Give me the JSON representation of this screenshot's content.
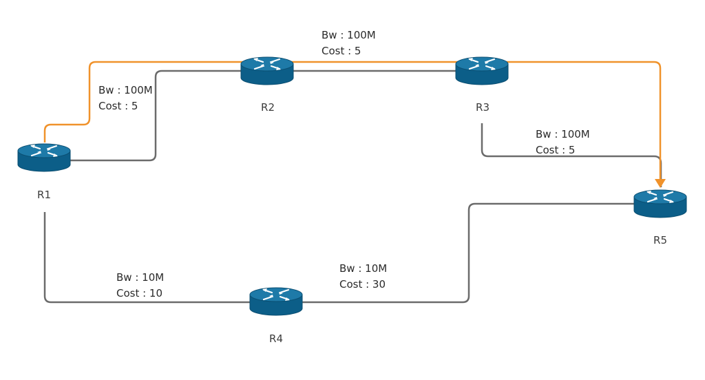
{
  "colors": {
    "link": "#6b6b6b",
    "path": "#f0922b",
    "router_top": "#1e7aa8",
    "router_side": "#0c5e88",
    "router_edge": "#0a4d70",
    "router_mark": "#ffffff"
  },
  "icon": "router-icon",
  "routers": [
    {
      "id": "r1",
      "name": "R1"
    },
    {
      "id": "r2",
      "name": "R2"
    },
    {
      "id": "r3",
      "name": "R3"
    },
    {
      "id": "r4",
      "name": "R4"
    },
    {
      "id": "r5",
      "name": "R5"
    }
  ],
  "links": [
    {
      "id": "r1-r2",
      "bw": "Bw : 100M",
      "cost": "Cost : 5"
    },
    {
      "id": "r2-r3",
      "bw": "Bw : 100M",
      "cost": "Cost : 5"
    },
    {
      "id": "r3-r5",
      "bw": "Bw : 100M",
      "cost": "Cost : 5"
    },
    {
      "id": "r1-r4",
      "bw": "Bw : 10M",
      "cost": "Cost : 10"
    },
    {
      "id": "r4-r5",
      "bw": "Bw : 10M",
      "cost": "Cost : 30"
    }
  ]
}
